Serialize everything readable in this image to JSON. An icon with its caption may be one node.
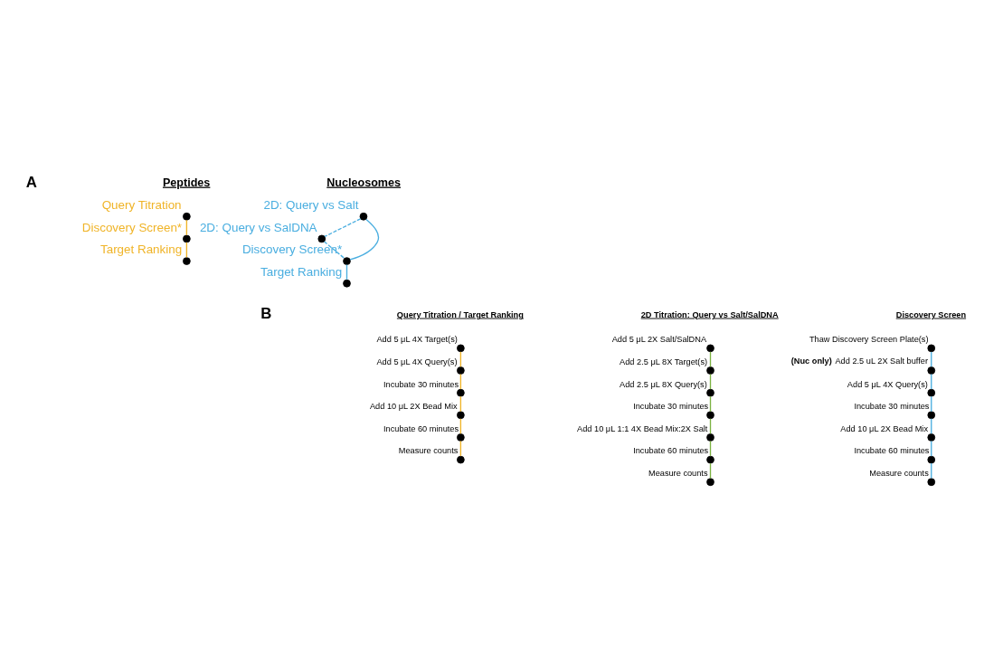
{
  "diagram": {
    "nodes": [
      {
        "text": [],
        "shape": "circle",
        "beside": [
          "Query Titration"
        ]
      },
      {
        "text": [],
        "shape": "circle",
        "beside": [
          "Discovery Screen*"
        ]
      },
      {
        "text": [],
        "shape": "circle",
        "beside": [
          "Target Ranking"
        ]
      },
      {
        "text": [],
        "shape": "circle",
        "beside": [
          "2D: Query vs Salt"
        ]
      },
      {
        "text": [],
        "shape": "circle",
        "beside": [
          "2D: Query vs SalDNA"
        ]
      },
      {
        "text": [],
        "shape": "circle",
        "beside": [
          "Discovery Screen*"
        ]
      },
      {
        "text": [],
        "shape": "circle",
        "beside": [
          "Target Ranking"
        ]
      },
      {
        "text": [],
        "shape": "circle",
        "beside": [
          "Add 5 μL 4X Target(s)"
        ]
      },
      {
        "text": [],
        "shape": "circle",
        "beside": [
          "Add 5 μL 4X Query(s)"
        ]
      },
      {
        "text": [],
        "shape": "circle",
        "beside": [
          "Incubate 30 minutes"
        ]
      },
      {
        "text": [],
        "shape": "circle",
        "beside": [
          "Add 10 μL 2X Bead Mix"
        ]
      },
      {
        "text": [],
        "shape": "circle",
        "beside": [
          "Incubate 60 minutes"
        ]
      },
      {
        "text": [],
        "shape": "circle",
        "beside": [
          "Measure counts"
        ]
      },
      {
        "text": [],
        "shape": "circle",
        "beside": [
          "Add 5 μL 2X Salt/SalDNA"
        ]
      },
      {
        "text": [],
        "shape": "circle",
        "beside": [
          "Add 2.5 μL 8X Target(s)"
        ]
      },
      {
        "text": [],
        "shape": "circle",
        "beside": [
          "Add 2.5 μL 8X Query(s)"
        ]
      },
      {
        "text": [],
        "shape": "circle",
        "beside": [
          "Incubate 30 minutes"
        ]
      },
      {
        "text": [],
        "shape": "circle",
        "beside": [
          "Add 10 μL 1:1 4X Bead Mix:2X Salt"
        ]
      },
      {
        "text": [],
        "shape": "circle",
        "beside": [
          "Incubate 60 minutes"
        ]
      },
      {
        "text": [],
        "shape": "circle",
        "beside": [
          "Measure counts"
        ]
      },
      {
        "text": [],
        "shape": "circle",
        "beside": [
          "Thaw Discovery Screen Plate(s)"
        ]
      },
      {
        "text": [],
        "shape": "circle",
        "beside": [
          "**(Nuc only)** Add 2.5 uL 2X Salt buffer"
        ]
      },
      {
        "text": [],
        "shape": "circle",
        "beside": [
          "Add 5 μL 4X Query(s)"
        ]
      },
      {
        "text": [],
        "shape": "circle",
        "beside": [
          "Incubate 30 minutes"
        ]
      },
      {
        "text": [],
        "shape": "circle",
        "beside": [
          "Add 10 μL 2X Bead Mix"
        ]
      },
      {
        "text": [],
        "shape": "circle",
        "beside": [
          "Incubate 60 minutes"
        ]
      },
      {
        "text": [],
        "shape": "circle",
        "beside": [
          "Measure counts"
        ]
      }
    ],
    "edges": [
      {
        "from": 0,
        "to": 1,
        "arrow": "none",
        "color": "#f0b428"
      },
      {
        "from": 1,
        "to": 2,
        "arrow": "none",
        "color": "#f0b428"
      },
      {
        "from": 3,
        "to": 4,
        "arrow": "none",
        "style": "dashed"
      },
      {
        "from": 4,
        "to": 5,
        "arrow": "none",
        "style": "dashed"
      },
      {
        "from": 3,
        "to": 5,
        "arrow": "none"
      },
      {
        "from": 5,
        "to": 6,
        "arrow": "none"
      },
      {
        "from": 7,
        "to": 8,
        "arrow": "none",
        "color": "#f0b428"
      },
      {
        "from": 8,
        "to": 9,
        "arrow": "none",
        "color": "#f0b428"
      },
      {
        "from": 9,
        "to": 10,
        "arrow": "none",
        "color": "#f0b428"
      },
      {
        "from": 10,
        "to": 11,
        "arrow": "none",
        "color": "#f0b428"
      },
      {
        "from": 11,
        "to": 12,
        "arrow": "none",
        "color": "#f0b428"
      },
      {
        "from": 13,
        "to": 14,
        "arrow": "none",
        "color": "#7cb342"
      },
      {
        "from": 14,
        "to": 15,
        "arrow": "none",
        "color": "#7cb342"
      },
      {
        "from": 15,
        "to": 16,
        "arrow": "none",
        "color": "#7cb342"
      },
      {
        "from": 16,
        "to": 17,
        "arrow": "none",
        "color": "#7cb342"
      },
      {
        "from": 17,
        "to": 18,
        "arrow": "none",
        "color": "#7cb342"
      },
      {
        "from": 18,
        "to": 19,
        "arrow": "none",
        "color": "#7cb342"
      },
      {
        "from": 20,
        "to": 21,
        "arrow": "none"
      },
      {
        "from": 21,
        "to": 22,
        "arrow": "none"
      },
      {
        "from": 22,
        "to": 23,
        "arrow": "none"
      },
      {
        "from": 23,
        "to": 24,
        "arrow": "none"
      },
      {
        "from": 24,
        "to": 25,
        "arrow": "none"
      },
      {
        "from": 25,
        "to": 26,
        "arrow": "none"
      }
    ],
    "labels": [
      "A",
      "Peptides",
      "Nucleosomes",
      "B",
      "Query Titration / Target Ranking",
      "2D Titration: Query vs Salt/SalDNA",
      "Discovery Screen"
    ]
  }
}
